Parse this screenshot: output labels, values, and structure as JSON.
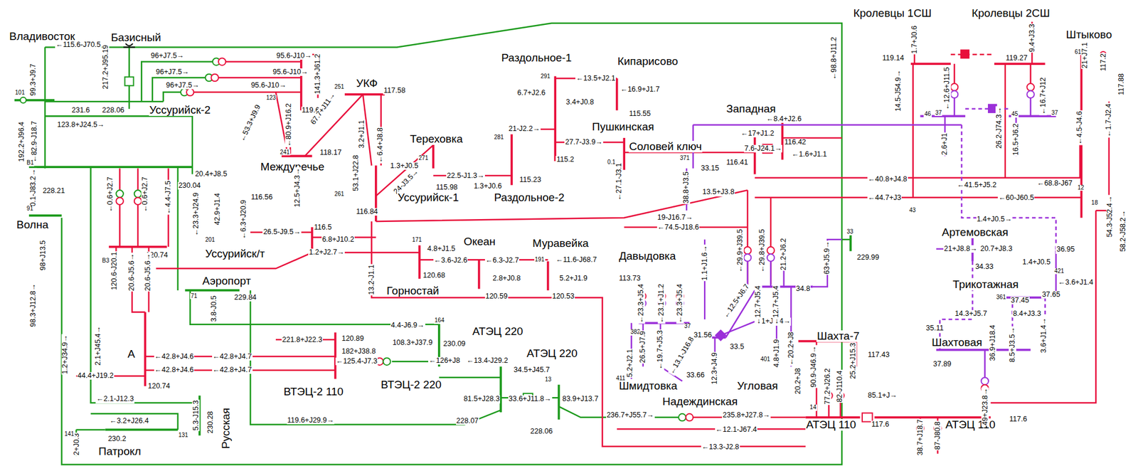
{
  "diagram": {
    "labels": [
      "Владивосток",
      "Базисный",
      "101",
      "99.3+J9.7",
      "←115.6-J70.5",
      "217.2+J95.19",
      "231.6",
      "228.06",
      "Уссурийск-2",
      "96+J7.5→",
      "96+J7.5→",
      "96+J7.5→",
      "95.6-J10→",
      "95.6-J10→",
      "95.6-J10→",
      "123",
      "141.3+J61.2",
      "119.63",
      "123.8+J24.5→",
      "192.2+J96.4",
      "←82.9-J18.7",
      "B1",
      "0.1-J83.2→",
      "91",
      "228.21",
      "Волна",
      "98+J13.5",
      "98.3+J12.8→",
      "1.2+J34.9→",
      "2+J0.3",
      "141",
      "Патрокл",
      "230.2",
      "131",
      "←3.2+J26.4",
      "←2.1-J12.3",
      "2.1+J45.4→",
      "Русская",
      "230.28",
      "5.3-J15.3",
      "Аэропорт",
      "3.8-J0.5",
      "71",
      "229.84",
      "B3",
      "120.74",
      "←0.6+J2.7",
      "←0.6+J2.7",
      "←4.4-J7.5",
      "120.6-J20.1",
      "20.6-J5.6→",
      "20.6-J5.6→",
      "А",
      "←42.8+J4.6",
      "←42.8+J4.6",
      "44.4+J19.2",
      "120.74",
      "←42.8+J4.7",
      "←42.8+J4.7",
      "221.8+J22.3",
      "120.89",
      "182+J38.8",
      "←125.4-J7.3",
      "ВТЭЦ-2 110",
      "ВТЭЦ-2 220",
      "108.3+J37.9",
      "230.09",
      "164",
      "4.4-J6.9→",
      "АТЭЦ 220",
      "АТЭЦ 220",
      "←126+J8",
      "←13.4-J29.2",
      "34.5+J45.7",
      "13",
      "81.5+J28.3",
      "33.6+J11.8→",
      "83.9+J13.7",
      "228.07",
      "228.06",
      "119.6+J29.9→",
      "Горностай",
      "13.2-J1.1",
      "Океан",
      "Муравейка",
      "171",
      "4.8+J1.5",
      "←3.6-J2.6",
      "←6.3-J2.7",
      "2.8+J0.8",
      "120.68",
      "120.59",
      "191",
      "←11.6-J68.7",
      "5.2+J1.9",
      "120.53",
      "Уссурийск/т",
      "201",
      "26.5-J9.5→",
      "1.2+J2.7→",
      "6.8+J10.2",
      "116.5",
      "20.4+J8.5",
      "116.56",
      "230.04",
      "←23.3+J24.9",
      "42.9+J1.4",
      "←6.3+J20.9",
      "←53.3+J9.9",
      "←80.9+J16.2",
      "Междуречье",
      "12.5+J4.3→",
      "241",
      "118.17",
      "67.7+J11→",
      "251",
      "УКФ",
      "117.58",
      "3.2+J1.1",
      "←6.4+J8.8",
      "53.1+J22.8",
      "261",
      "24-J3.5→",
      "Уссурийск-1",
      "116.84",
      "Тереховка",
      "271",
      "1.3+J0.5",
      "22.5-J1.3→",
      "115.98",
      "Раздольное-1",
      "291",
      "←13.5+J2.1",
      "6.7+J2.6",
      "3.4+J0.8",
      "←16.9+J1.7",
      "Кипарисово",
      "115.55",
      "281",
      "21-J2.2→",
      "27.7-J3.9→",
      "115.2",
      "Пушкинская",
      "1.3+J0.6",
      "115.23",
      "Раздольное-2",
      "Соловей ключ",
      "0.1",
      "←27.1-J3.1",
      "Западная",
      "←8.4+J2.6",
      "←17+J1.2",
      "116.42",
      "7.6-J24.1→",
      "116.41",
      "←1.6+J1.1",
      "371",
      "33.15",
      "38.8+J3.5",
      "13.5+J3.8",
      "19-J16.7→",
      "←74.5-J18.6",
      "Давыдовка",
      "113.73",
      "←29.9+J39.5",
      "←29.8+J39.5",
      "1.1+J1.6→",
      "←12.5+J6.7",
      "1.1+J4.4→",
      "21.2+J6.2",
      "63+J5.9→",
      "34.8",
      "33",
      "229.99",
      "←98.8+J11.2",
      "←23.3+J5.4",
      "←23.1+J1.2",
      "←23.3+J5.4",
      "37",
      "382",
      "26.5+J7.9",
      "←19.7+J5.3",
      "←13.1-J16.8",
      "5.2+J2.1",
      "411",
      "31.56",
      "33.5",
      "33.66",
      "Шмидтовка",
      "12.3+J4.9",
      "Угловая",
      "←12.7+J5.4",
      "←12.7+J5.4",
      "4.8+J1.9",
      "401",
      "←20.2+J8",
      "20.2+J8",
      "Надеждинская",
      "236.7+J55.7→",
      "235.8+J27.8→",
      "←12.1-J67.4",
      "←13.3-J2.8",
      "Шахта-7",
      "117.43",
      "90.9-J46.9→",
      "25.2+J15.3",
      "77.2+J26.2",
      "82-J110.4",
      "14",
      "АТЭЦ 110",
      "85.1+J→",
      "117.6",
      "38.7+J18.7",
      "87-J80.8",
      "АТЭЦ 110",
      "117.6",
      "49+J23.8→",
      "Кролевцы 1СШ",
      "Кролевцы 2СШ",
      "1.7+J0.6",
      "9.4+J3.3",
      "119.14",
      "119.27",
      "14.5-J54.9→",
      "←12.6+J11.5",
      "←16.7+J12",
      "46",
      "37",
      "45",
      "37",
      "2.6+J1",
      "26.2-J74.3→",
      "16.5+J6.2",
      "Штыково",
      "61",
      "21+J7.1",
      "117.2",
      "117.88",
      "←4.5-J4.6",
      "←1.7-J2.4",
      "←40.8+J4.8",
      "←44.7+J3",
      "43",
      "←41.5+J5.2",
      "←60-J60.5",
      "←68.8-J67",
      "12",
      "18",
      "54.3-J52.4→",
      "58.2-J58.2→",
      "1.4+J0.5→",
      "Артемовская",
      "21+J8.8→",
      "20.7+J8.3",
      "34.33",
      "36.95",
      "1.4+J0.5",
      "421",
      "←3.6+J1.4",
      "Трикотажная",
      "37.65",
      "361",
      "37.45",
      "14.3+J5.7",
      "8.4+J3.3",
      "35.11",
      "Шахтовая",
      "37.89",
      "36.9+J18.4",
      "8.5+J3.5→",
      "3.6+J1.4→"
    ]
  }
}
